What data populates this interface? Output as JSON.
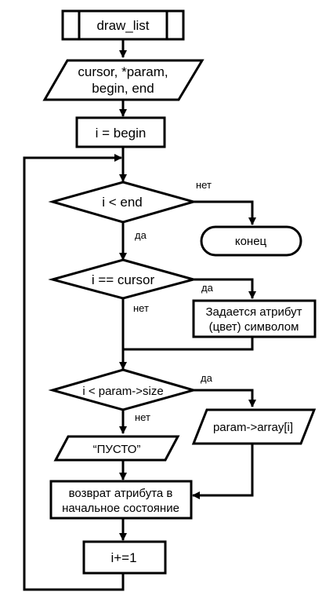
{
  "nodes": {
    "start": "draw_list",
    "input_line1": "cursor, *param,",
    "input_line2": "begin, end",
    "init": "i = begin",
    "cond_end": "i < end",
    "end": "конец",
    "cond_cursor": "i == cursor",
    "set_attr_line1": "Задается атрибут",
    "set_attr_line2": "(цвет) символом",
    "cond_size": "i < param->size",
    "output_item": "param->array[i]",
    "output_empty": "“ПУСТО”",
    "reset_line1": "возврат атрибута в",
    "reset_line2": "начальное состояние",
    "increment": "i+=1"
  },
  "edges": {
    "no": "нет",
    "yes": "да"
  }
}
